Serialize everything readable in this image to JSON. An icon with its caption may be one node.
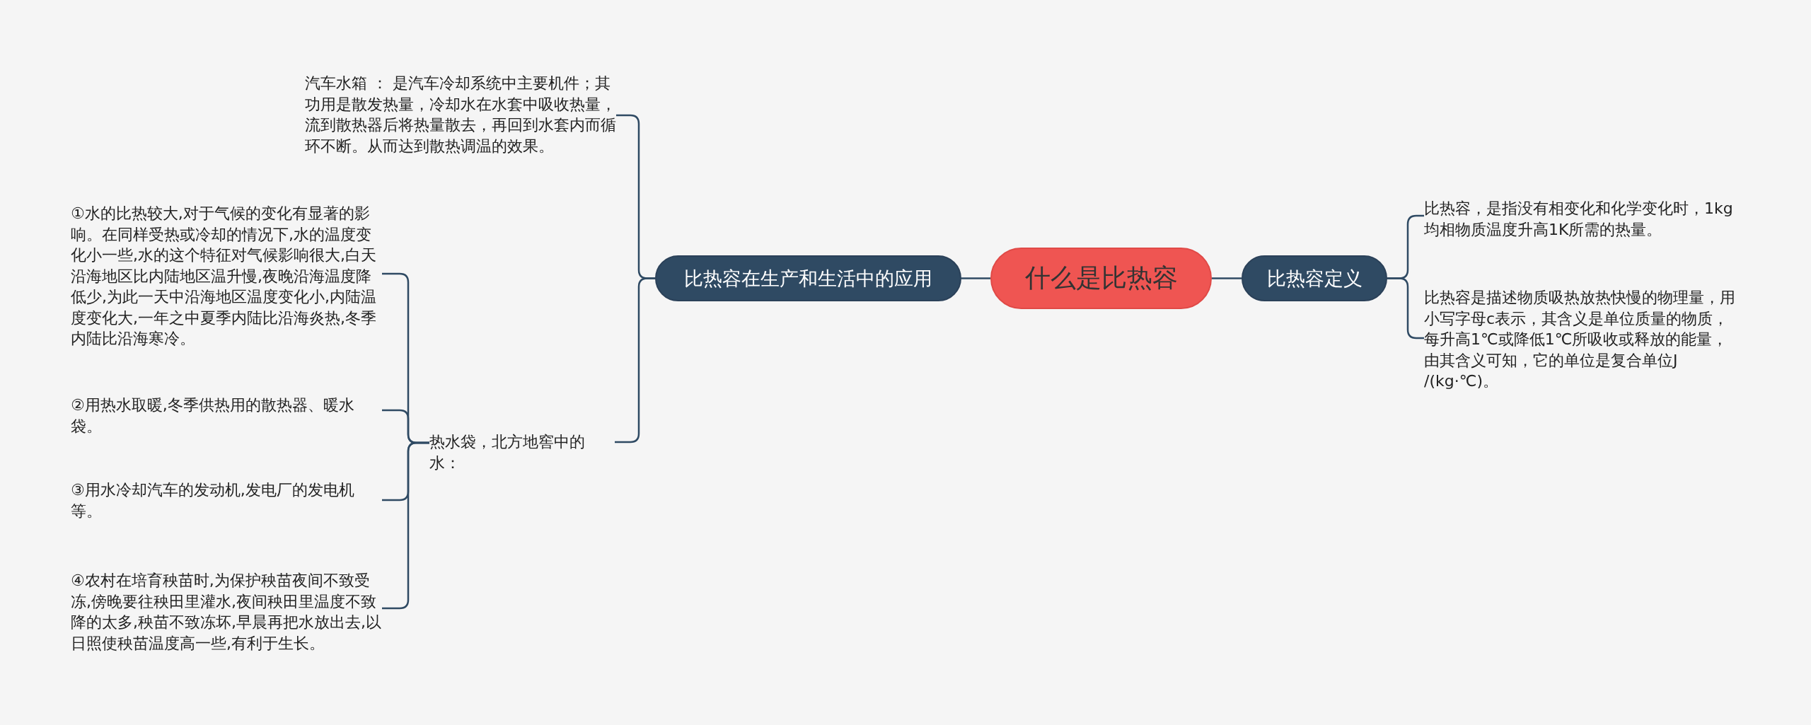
{
  "diagram": {
    "nodes": [
      {
        "text": [
          "什么是比热容"
        ]
      },
      {
        "text": [
          "比热容在生产和生活中的应用"
        ]
      },
      {
        "text": [
          "比热容定义"
        ]
      },
      {
        "text": [
          "汽车水箱 ： 是汽车冷却系统中主要机件；其功用是散发热量，冷却水在水套中吸收热量，流到散热器后将热量散去，再回到水套内而循环不断。从而达到散热调温的效果。"
        ]
      },
      {
        "text": [
          "热水袋，北方地窖中的水："
        ]
      },
      {
        "text": [
          "①水的比热较大,对于气候的变化有显著的影响。在同样受热或冷却的情况下,水的温度变化小一些,水的这个特征对气候影响很大,白天沿海地区比内陆地区温升慢,夜晚沿海温度降低少,为此一天中沿海地区温度变化小,内陆温度变化大,一年之中夏季内陆比沿海炎热,冬季内陆比沿海寒冷。"
        ]
      },
      {
        "text": [
          "②用热水取暖,冬季供热用的散热器、暖水袋。"
        ]
      },
      {
        "text": [
          "③用水冷却汽车的发动机,发电厂的发电机等。"
        ]
      },
      {
        "text": [
          "④农村在培育秧苗时,为保护秧苗夜间不致受冻,傍晚要往秧田里灌水,夜间秧田里温度不致降的太多,秧苗不致冻坏,早晨再把水放出去,以日照使秧苗温度高一些,有利于生长。"
        ]
      },
      {
        "text": [
          "比热容，是指没有相变化和化学变化时，1kg均相物质温度升高1K所需的热量。"
        ]
      },
      {
        "text": [
          "比热容是描述物质吸热放热快慢的物理量，用小写字母c表示，其含义是单位质量的物质，每升高1℃或降低1℃所吸收或释放的能量，由其含义可知，它的单位是复合单位J /(kg·℃)。"
        ]
      }
    ],
    "edges": [
      {
        "from": 0,
        "to": 1,
        "arrow": "none"
      },
      {
        "from": 0,
        "to": 2,
        "arrow": "none"
      },
      {
        "from": 1,
        "to": 3,
        "arrow": "none"
      },
      {
        "from": 1,
        "to": 4,
        "arrow": "none"
      },
      {
        "from": 4,
        "to": 5,
        "arrow": "none"
      },
      {
        "from": 4,
        "to": 6,
        "arrow": "none"
      },
      {
        "from": 4,
        "to": 7,
        "arrow": "none"
      },
      {
        "from": 4,
        "to": 8,
        "arrow": "none"
      },
      {
        "from": 2,
        "to": 9,
        "arrow": "none"
      },
      {
        "from": 2,
        "to": 10,
        "arrow": "none"
      }
    ]
  }
}
